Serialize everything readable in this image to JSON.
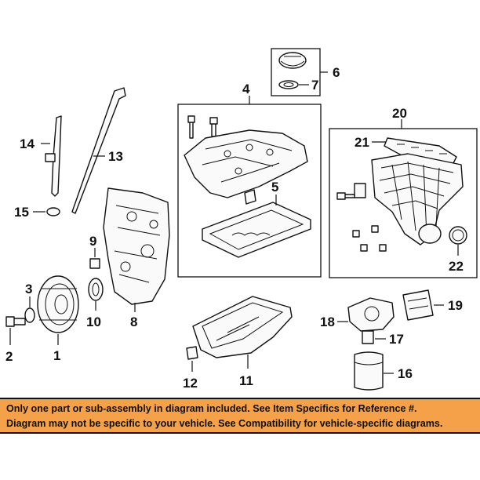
{
  "callouts": {
    "c1": "1",
    "c2": "2",
    "c3": "3",
    "c4": "4",
    "c5": "5",
    "c6": "6",
    "c7": "7",
    "c8": "8",
    "c9": "9",
    "c10": "10",
    "c11": "11",
    "c12": "12",
    "c13": "13",
    "c14": "14",
    "c15": "15",
    "c16": "16",
    "c17": "17",
    "c18": "18",
    "c19": "19",
    "c20": "20",
    "c21": "21",
    "c22": "22"
  },
  "disclaimer": {
    "line1": "Only one part or sub-assembly in diagram included. See Item Specifics for Reference #.",
    "line2": "Diagram may not be specific to your vehicle. See Compatibility for vehicle-specific diagrams."
  }
}
